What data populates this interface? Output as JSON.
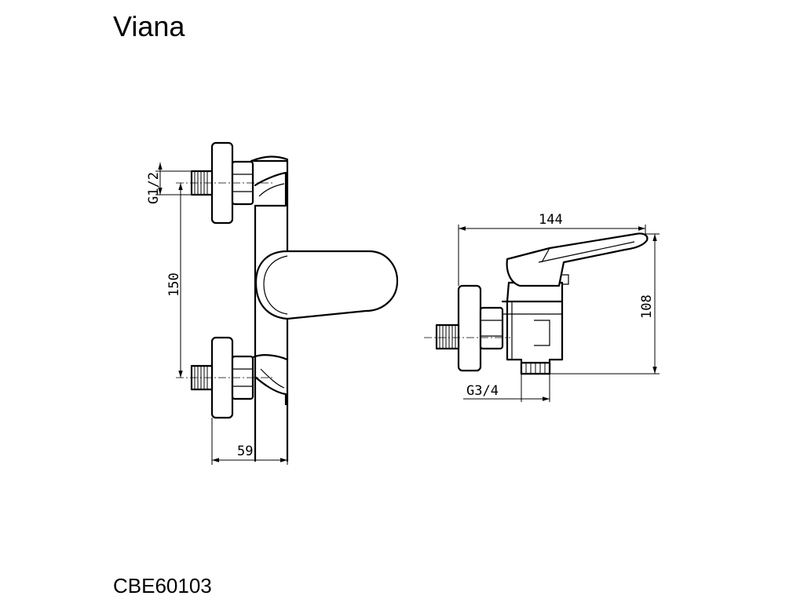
{
  "title": "Viana",
  "product_code": "CBE60103",
  "dimensions": {
    "inlet_thread": "G1/2",
    "center_distance": "150",
    "front_depth": "59",
    "length": "144",
    "height": "108",
    "outlet_thread": "G3/4"
  },
  "colors": {
    "line": "#000000",
    "background": "#ffffff"
  }
}
